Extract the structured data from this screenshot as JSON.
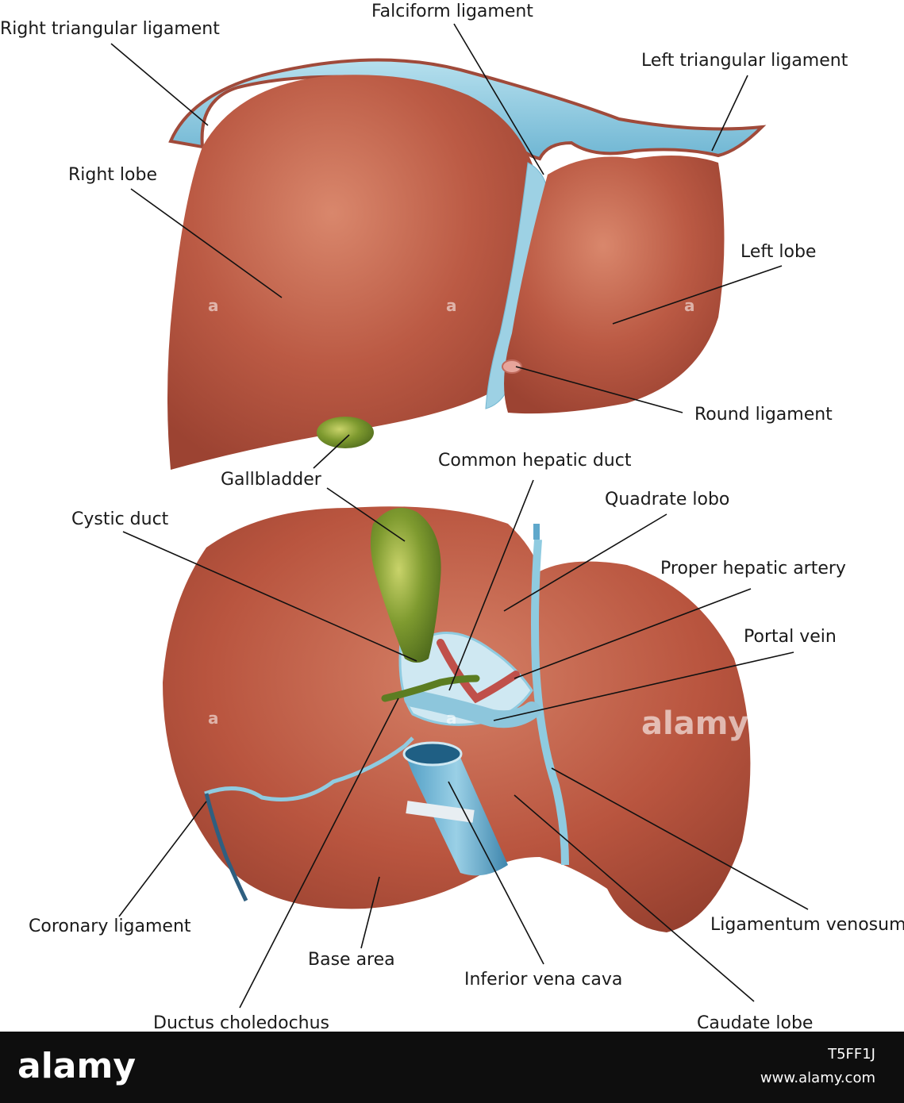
{
  "labels": {
    "right_triangular_ligament": "Right triangular ligament",
    "falciform_ligament": "Falciform ligament",
    "left_triangular_ligament": "Left triangular ligament",
    "right_lobe": "Right lobe",
    "left_lobe": "Left lobe",
    "round_ligament": "Round ligament",
    "gallbladder": "Gallbladder",
    "common_hepatic_duct": "Common hepatic duct",
    "cystic_duct": "Cystic duct",
    "quadrate_lobo": "Quadrate lobo",
    "proper_hepatic_artery": "Proper hepatic artery",
    "portal_vein": "Portal vein",
    "coronary_ligament": "Coronary ligament",
    "ligamentum_venosum": "Ligamentum venosum",
    "base_area": "Base area",
    "inferior_vena_cava": "Inferior vena cava",
    "ductus_choledochus": "Ductus choledochus",
    "caudate_lobe": "Caudate lobe"
  },
  "watermark": "alamy",
  "footer": {
    "logo": "alamy",
    "image_id": "T5FF1J",
    "url": "www.alamy.com"
  },
  "colors": {
    "liver": "#b5523f",
    "liver_highlight": "#cf7a62",
    "ligament": "#8fcbe0",
    "gallbladder": "#6b8f2a",
    "artery": "#c0504a",
    "footer_bg": "#0e0e0e"
  }
}
